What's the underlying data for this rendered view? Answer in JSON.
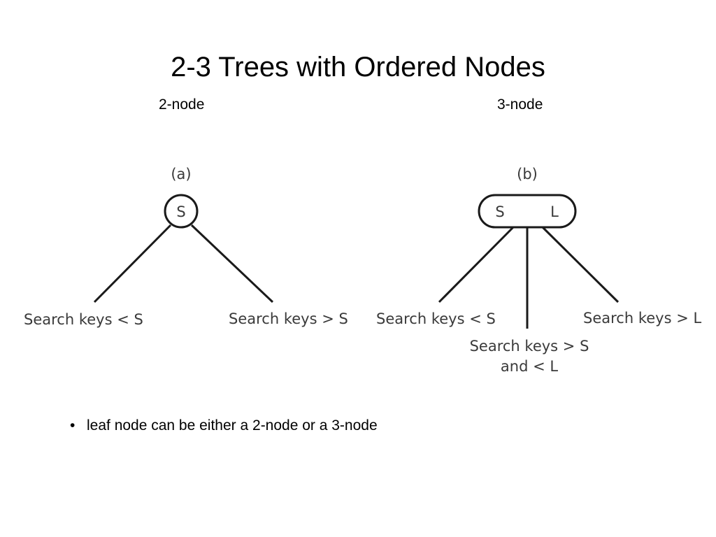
{
  "slide": {
    "title": "2-3 Trees with Ordered Nodes",
    "captions": {
      "two_node": "2-node",
      "three_node": "3-node"
    },
    "bullets": [
      "leaf node can be either a 2-node or a 3-node"
    ],
    "bullet_symbol": "•"
  },
  "diagram_a": {
    "tag": "(a)",
    "node_key": "S",
    "left_label": "Search keys < S",
    "right_label": "Search keys > S"
  },
  "diagram_b": {
    "tag": "(b)",
    "node_keys": [
      "S",
      "L"
    ],
    "left_label": "Search keys < S",
    "middle_label_line1": "Search keys > S",
    "middle_label_line2": "and < L",
    "right_label": "Search keys > L"
  }
}
